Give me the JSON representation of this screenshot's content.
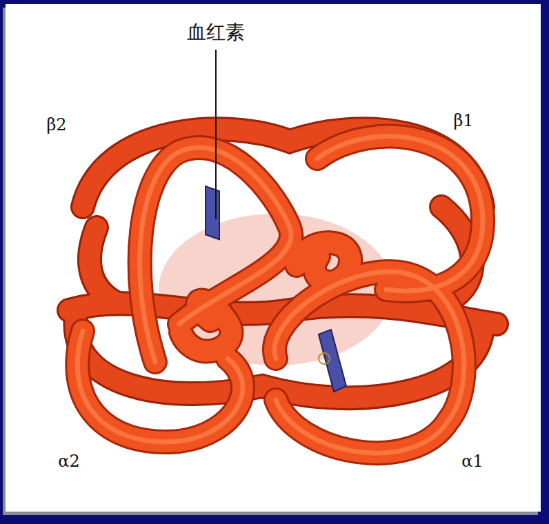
{
  "diagram": {
    "labels": [
      "血红素",
      "β2",
      "β1",
      "α2",
      "α1"
    ]
  }
}
